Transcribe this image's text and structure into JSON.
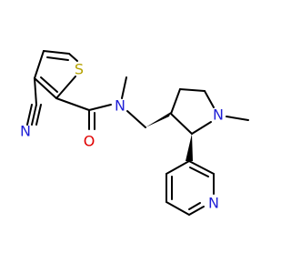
{
  "molecule": {
    "atoms": {
      "sulfur": {
        "symbol": "S",
        "color": "#b5a200"
      },
      "nitrile_n": {
        "symbol": "N",
        "color": "#1f1fd6"
      },
      "carbonyl_o": {
        "symbol": "O",
        "color": "#e00000"
      },
      "amide_n": {
        "symbol": "N",
        "color": "#1f1fd6"
      },
      "pyrrolidine_n": {
        "symbol": "N",
        "color": "#1f1fd6"
      },
      "pyridine_n": {
        "symbol": "N",
        "color": "#1f1fd6"
      }
    },
    "bond_color": "#000000"
  }
}
